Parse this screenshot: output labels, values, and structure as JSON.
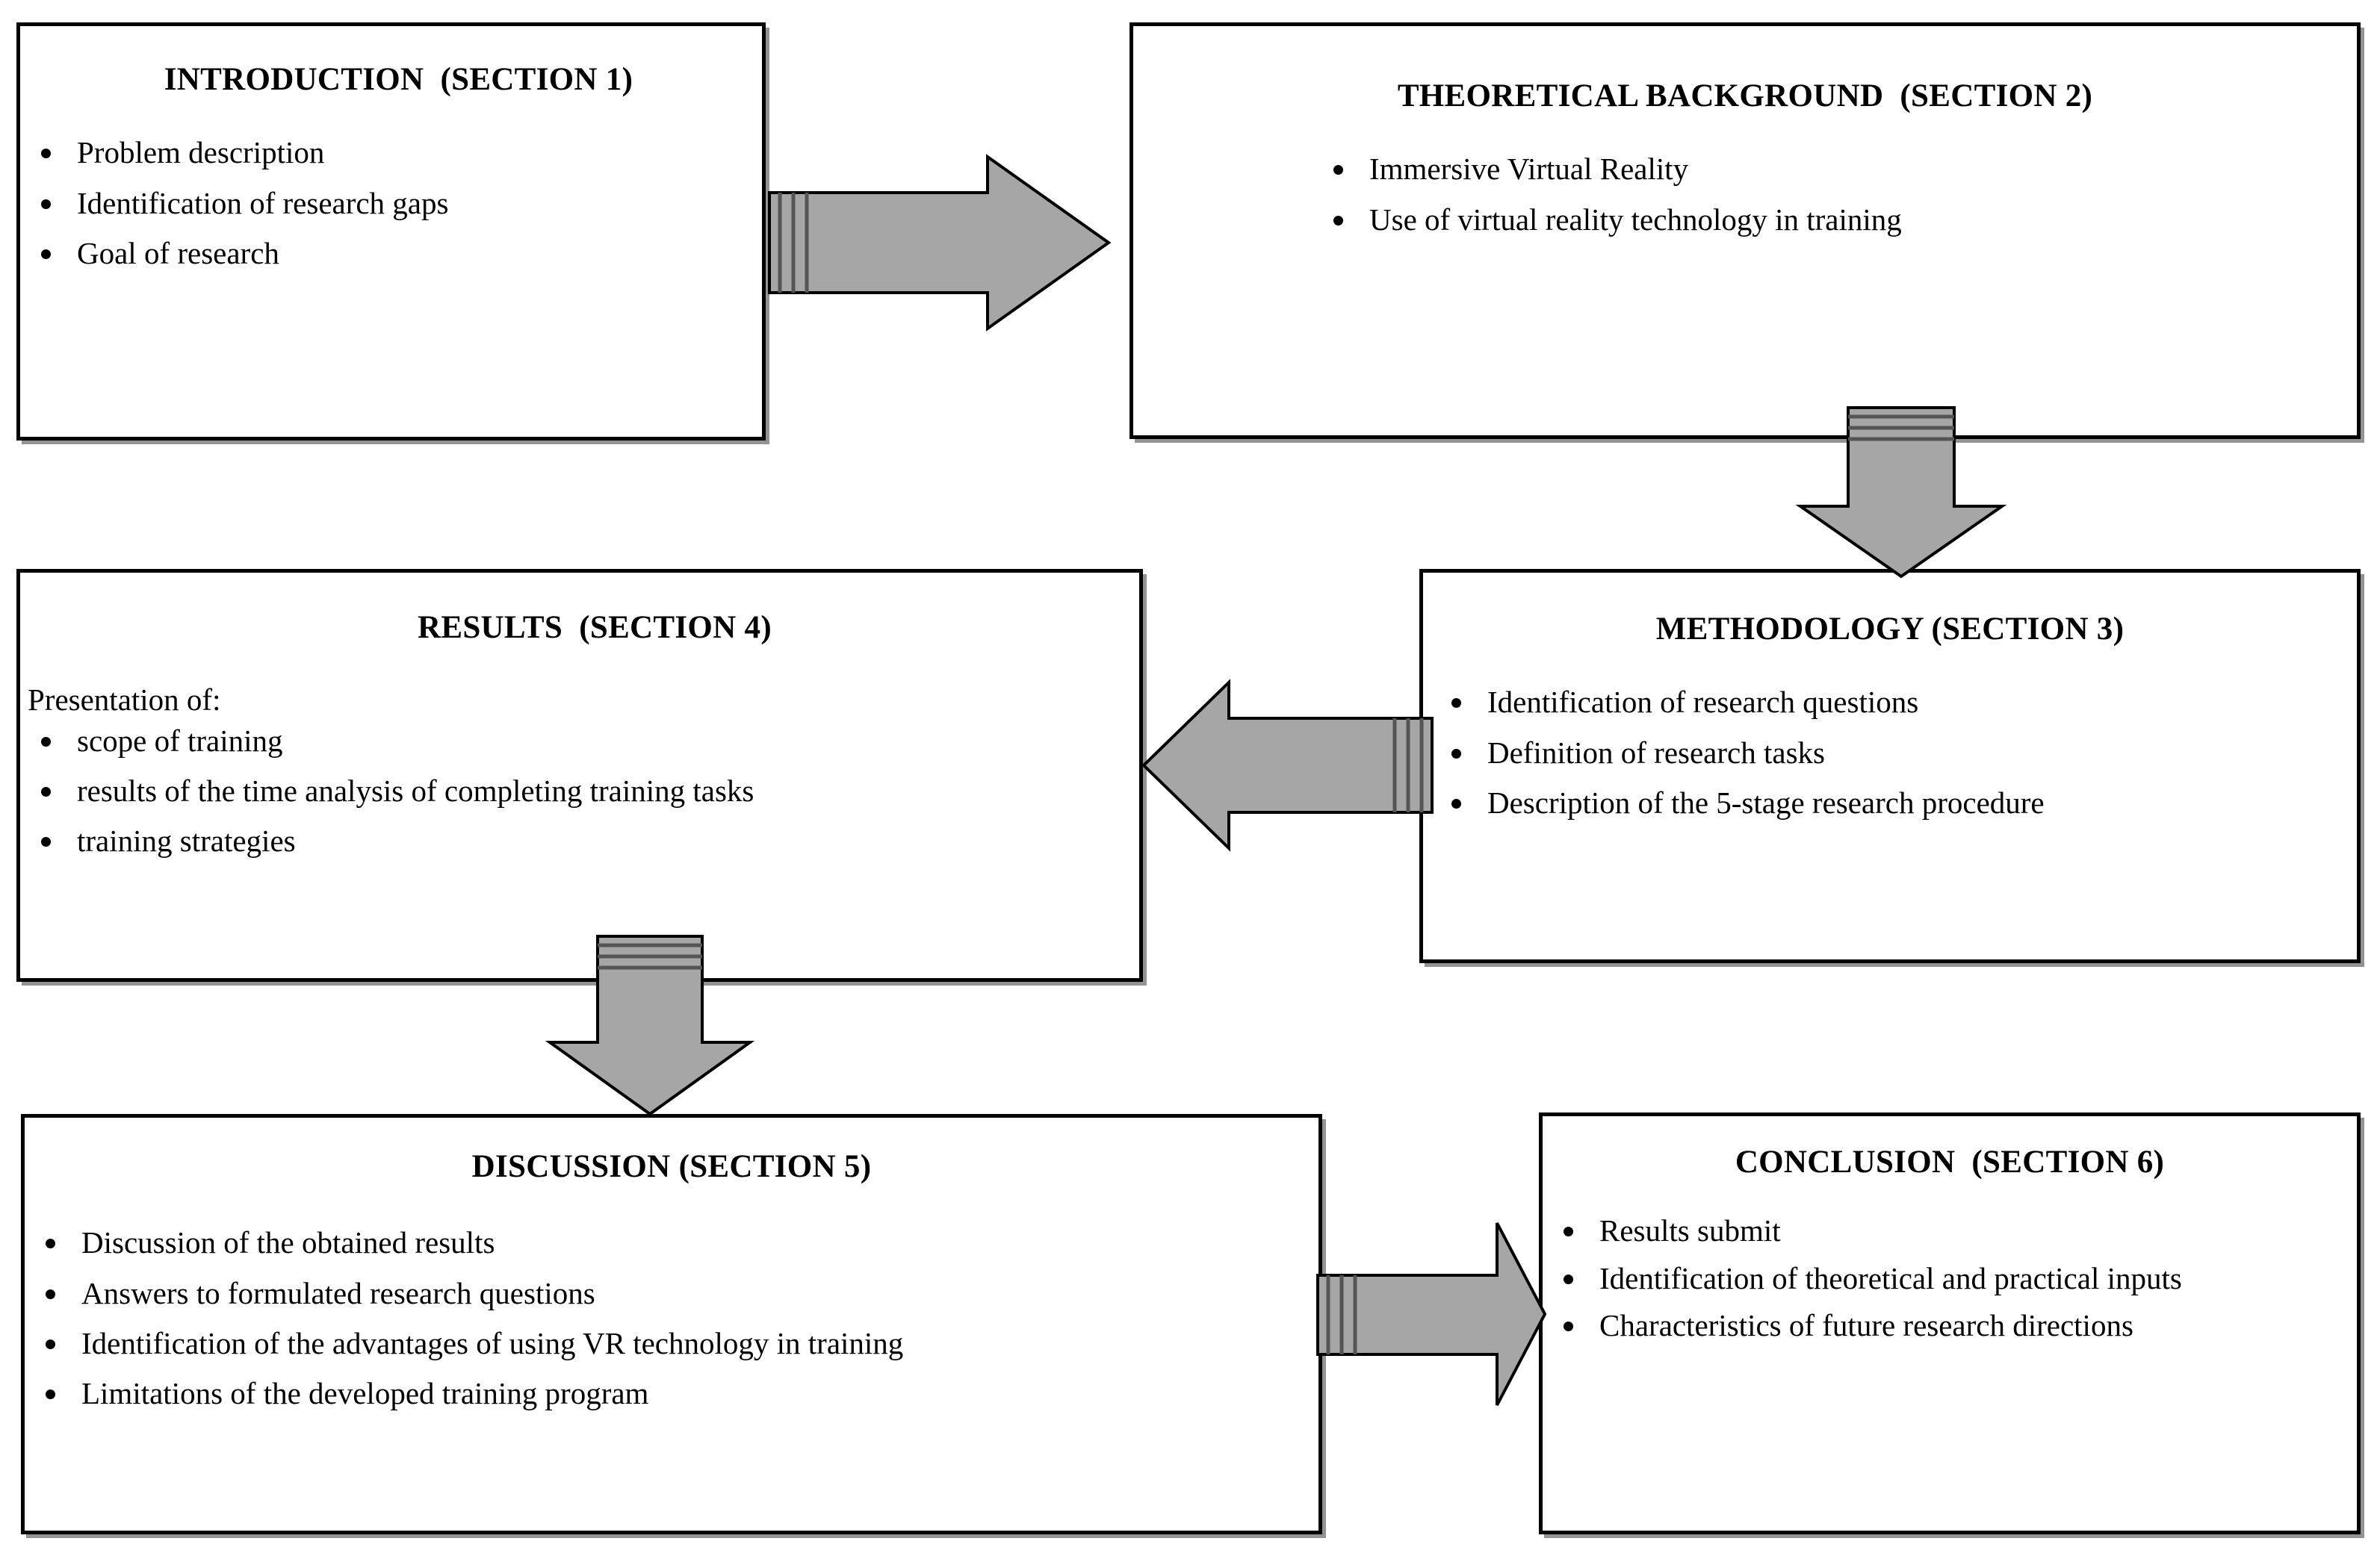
{
  "diagram": {
    "title": "Research paper structure flowchart",
    "colors": {
      "arrow_fill": "#a6a6a6",
      "arrow_stroke": "#000000",
      "box_stroke": "#000000",
      "box_fill": "#ffffff",
      "box_shadow": "#808080",
      "text": "#000000"
    }
  },
  "nodes": {
    "introduction": {
      "title": "INTRODUCTION  (SECTION 1)",
      "lead": "",
      "items": [
        "Problem description",
        "Identification of research gaps",
        "Goal of research"
      ]
    },
    "theoretical": {
      "title": "THEORETICAL BACKGROUND  (SECTION 2)",
      "lead": "",
      "items": [
        "Immersive Virtual Reality",
        "Use of virtual reality technology in training"
      ]
    },
    "results": {
      "title": "RESULTS  (SECTION 4)",
      "lead": "Presentation of:",
      "items": [
        "scope of training",
        "results of the time analysis of completing training tasks",
        "training strategies"
      ]
    },
    "methodology": {
      "title": "METHODOLOGY (SECTION 3)",
      "lead": "",
      "items": [
        "Identification of research questions",
        "Definition of research tasks",
        "Description of the 5-stage research procedure"
      ]
    },
    "discussion": {
      "title": "DISCUSSION (SECTION 5)",
      "lead": "",
      "items": [
        "Discussion of the obtained results",
        "Answers to formulated research questions",
        "Identification of the advantages of using VR technology in training",
        "Limitations of the developed training program"
      ]
    },
    "conclusion": {
      "title": "CONCLUSION  (SECTION 6)",
      "lead": "",
      "items": [
        "Results submit",
        "Identification of theoretical and practical inputs",
        "Characteristics of future research directions"
      ]
    }
  },
  "arrows": [
    {
      "id": "intro-to-theoretical",
      "from": "introduction",
      "to": "theoretical",
      "direction": "right"
    },
    {
      "id": "theoretical-to-methodology",
      "from": "theoretical",
      "to": "methodology",
      "direction": "down"
    },
    {
      "id": "methodology-to-results",
      "from": "methodology",
      "to": "results",
      "direction": "left"
    },
    {
      "id": "results-to-discussion",
      "from": "results",
      "to": "discussion",
      "direction": "down"
    },
    {
      "id": "discussion-to-conclusion",
      "from": "discussion",
      "to": "conclusion",
      "direction": "right"
    }
  ]
}
